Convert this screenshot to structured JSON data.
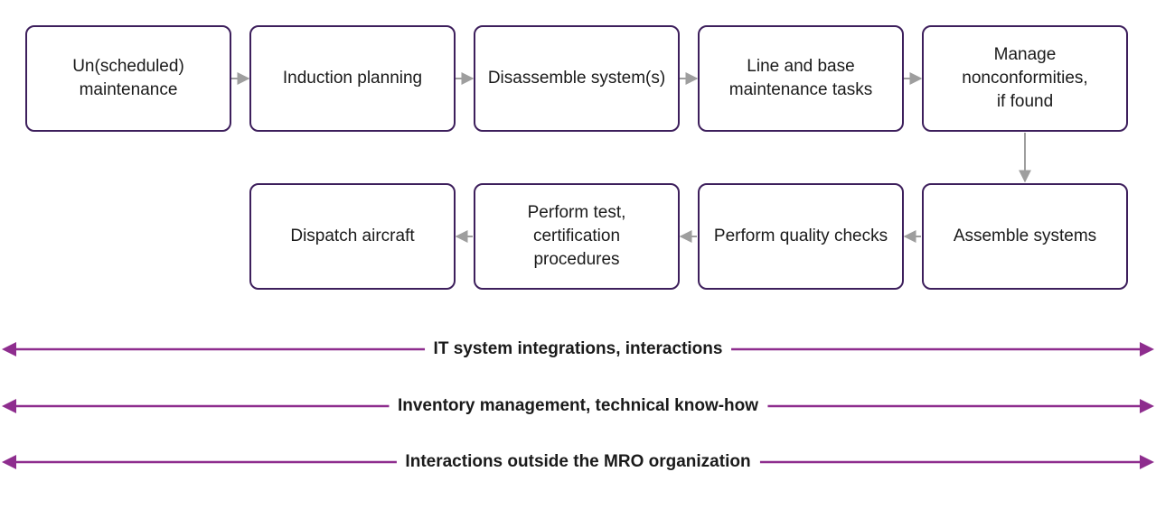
{
  "colors": {
    "box_border": "#3d1f5c",
    "flow_arrow": "#9e9e9e",
    "band_arrow": "#8e2d8e"
  },
  "process_row_1": [
    {
      "label": "Un(scheduled)\nmaintenance"
    },
    {
      "label": "Induction planning"
    },
    {
      "label": "Disassemble system(s)"
    },
    {
      "label": "Line and base\nmaintenance tasks"
    },
    {
      "label": "Manage\nnonconformities,\nif found"
    }
  ],
  "process_row_2": [
    {
      "label": "Dispatch aircraft"
    },
    {
      "label": "Perform test,\ncertification\nprocedures"
    },
    {
      "label": "Perform quality checks"
    },
    {
      "label": "Assemble systems"
    }
  ],
  "bands": [
    {
      "label": "IT system integrations, interactions"
    },
    {
      "label": "Inventory management, technical know-how"
    },
    {
      "label": "Interactions outside the MRO organization"
    }
  ]
}
